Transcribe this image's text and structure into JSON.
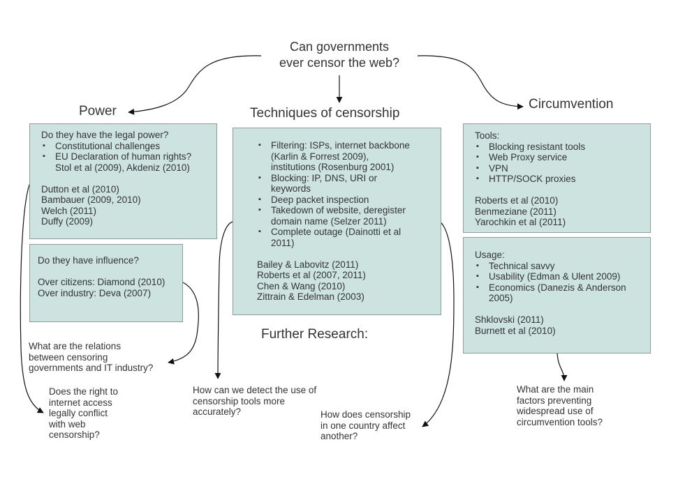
{
  "main_question": [
    "Can governments",
    "ever censor the web?"
  ],
  "headings": {
    "power": "Power",
    "techniques": "Techniques of censorship",
    "circumvention": "Circumvention",
    "further_research": "Further Research:"
  },
  "power_box": {
    "intro": "Do they have the legal power?",
    "bullets": [
      "Constitutional challenges",
      "EU Declaration of human rights?"
    ],
    "bullet_continuation": "Stol et al (2009), Akdeniz (2010)",
    "refs": [
      "Dutton et al (2010)",
      "Bambauer (2009, 2010)",
      "Welch (2011)",
      "Duffy (2009)"
    ]
  },
  "influence_box": {
    "intro": "Do they have influence?",
    "lines": [
      "Over citizens: Diamond (2010)",
      "Over industry: Deva (2007)"
    ]
  },
  "techniques_box": {
    "bullets": [
      [
        "Filtering: ISPs, internet backbone",
        "(Karlin & Forrest 2009),",
        "institutions (Rosenburg 2001)"
      ],
      [
        "Blocking: IP, DNS, URI or",
        "keywords"
      ],
      [
        "Deep packet inspection"
      ],
      [
        "Takedown of website, deregister",
        "domain name (Selzer 2011)"
      ],
      [
        "Complete outage (Dainotti et al",
        "2011)"
      ]
    ],
    "refs": [
      "Bailey & Labovitz (2011)",
      "Roberts et al (2007, 2011)",
      "Chen & Wang (2010)",
      "Zittrain & Edelman (2003)"
    ]
  },
  "tools_box": {
    "intro": "Tools:",
    "bullets": [
      "Blocking resistant tools",
      "Web Proxy service",
      "VPN",
      "HTTP/SOCK proxies"
    ],
    "refs": [
      "Roberts et al (2010)",
      "Benmeziane (2011)",
      "Yarochkin et al (2011)"
    ]
  },
  "usage_box": {
    "intro": "Usage:",
    "bullets": [
      [
        "Technical savvy"
      ],
      [
        "Usability (Edman & Ulent 2009)"
      ],
      [
        "Economics (Danezis & Anderson",
        "2005)"
      ]
    ],
    "refs": [
      "Shklovski (2011)",
      "Burnett et al (2010)"
    ]
  },
  "questions": {
    "relations": [
      "What are the relations",
      "between censoring",
      "governments and IT industry?"
    ],
    "right_to_access": [
      "Does the right to",
      "internet access",
      "legally conflict",
      "with web",
      "censorship?"
    ],
    "detect": [
      "How can we detect the use of",
      "censorship tools more",
      "accurately?"
    ],
    "affect": [
      "How does censorship",
      "in one country affect",
      "another?"
    ],
    "factors": [
      "What are the main",
      "factors preventing",
      "widespread use of",
      "circumvention tools?"
    ]
  }
}
